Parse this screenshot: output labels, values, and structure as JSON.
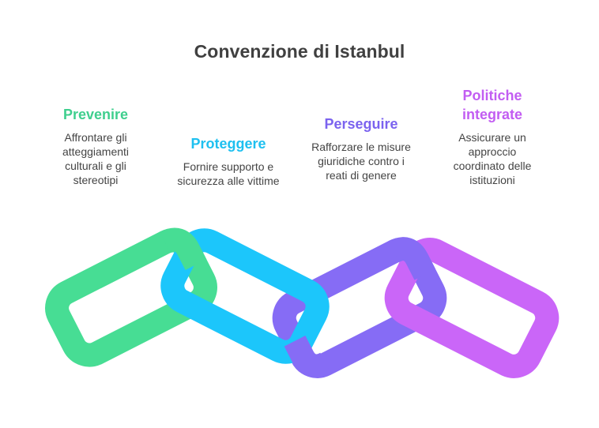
{
  "title": "Convenzione di Istanbul",
  "pillars": [
    {
      "heading": "Prevenire",
      "text": "Affrontare gli\natteggiamenti\nculturali e gli\nstereotipi",
      "color": "#3fcf8e"
    },
    {
      "heading": "Proteggere",
      "text": "Fornire supporto e\nsicurezza alle vittime",
      "color": "#1ec0f0"
    },
    {
      "heading": "Perseguire",
      "text": "Rafforzare le misure\ngiuridiche contro i\nreati di genere",
      "color": "#7b63ef"
    },
    {
      "heading": "Politiche\nintegrate",
      "text": "Assicurare un\napproccio\ncoordinato delle\nistituzioni",
      "color": "#c25df2"
    }
  ],
  "chain": {
    "links": [
      {
        "name": "prevenire",
        "color": "#47dd94"
      },
      {
        "name": "proteggere",
        "color": "#1cc6fb"
      },
      {
        "name": "perseguire",
        "color": "#866cf5"
      },
      {
        "name": "politiche-integrate",
        "color": "#ca66f8"
      }
    ]
  }
}
